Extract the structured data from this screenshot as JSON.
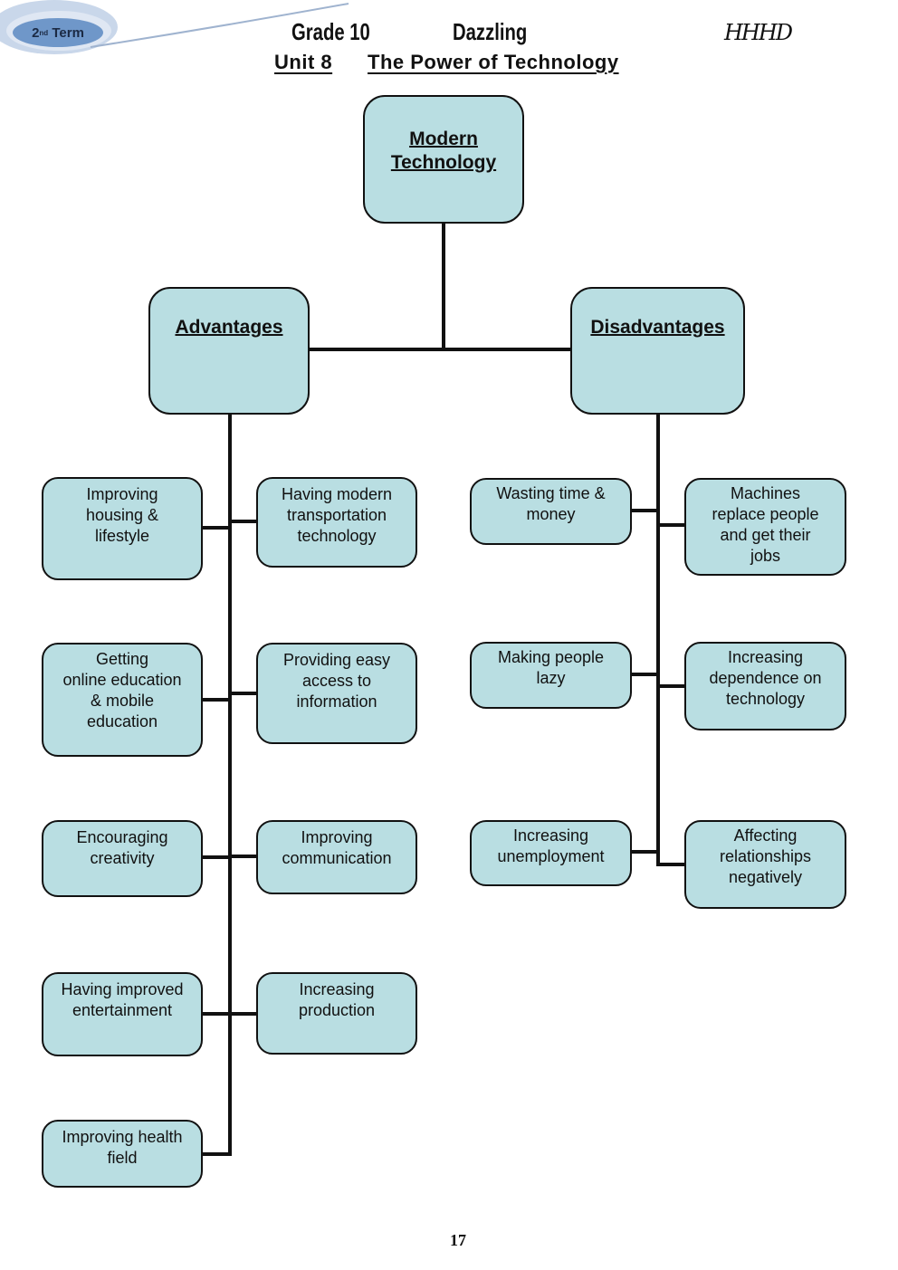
{
  "header": {
    "term_label": "2nd Term",
    "term_number": "2",
    "term_suffix": "nd",
    "term_word": "Term",
    "grade": "Grade 10",
    "book": "Dazzling",
    "signature": "HHHD",
    "unit": "Unit 8",
    "unit_title": "The Power of Technology"
  },
  "diagram": {
    "root": "Modern\nTechnology",
    "advantages": {
      "title": "Advantages",
      "left_items": [
        "Improving\nhousing &\nlifestyle",
        "Getting\nonline education\n& mobile\neducation",
        "Encouraging\ncreativity",
        "Having improved\nentertainment",
        "Improving health\nfield"
      ],
      "right_items": [
        "Having modern\ntransportation\ntechnology",
        "Providing easy\naccess to\ninformation",
        "Improving\ncommunication",
        "Increasing\nproduction"
      ]
    },
    "disadvantages": {
      "title": "Disadvantages",
      "left_items": [
        "Wasting time &\nmoney",
        "Making people\nlazy",
        "Increasing\nunemployment"
      ],
      "right_items": [
        "Machines\nreplace people\nand get their\njobs",
        "Increasing\ndependence on\ntechnology",
        "Affecting\nrelationships\nnegatively"
      ]
    }
  },
  "footer": {
    "page_number": "17"
  },
  "colors": {
    "box_fill": "#b9dee2",
    "badge": "#6f97c9",
    "line": "#111111"
  }
}
